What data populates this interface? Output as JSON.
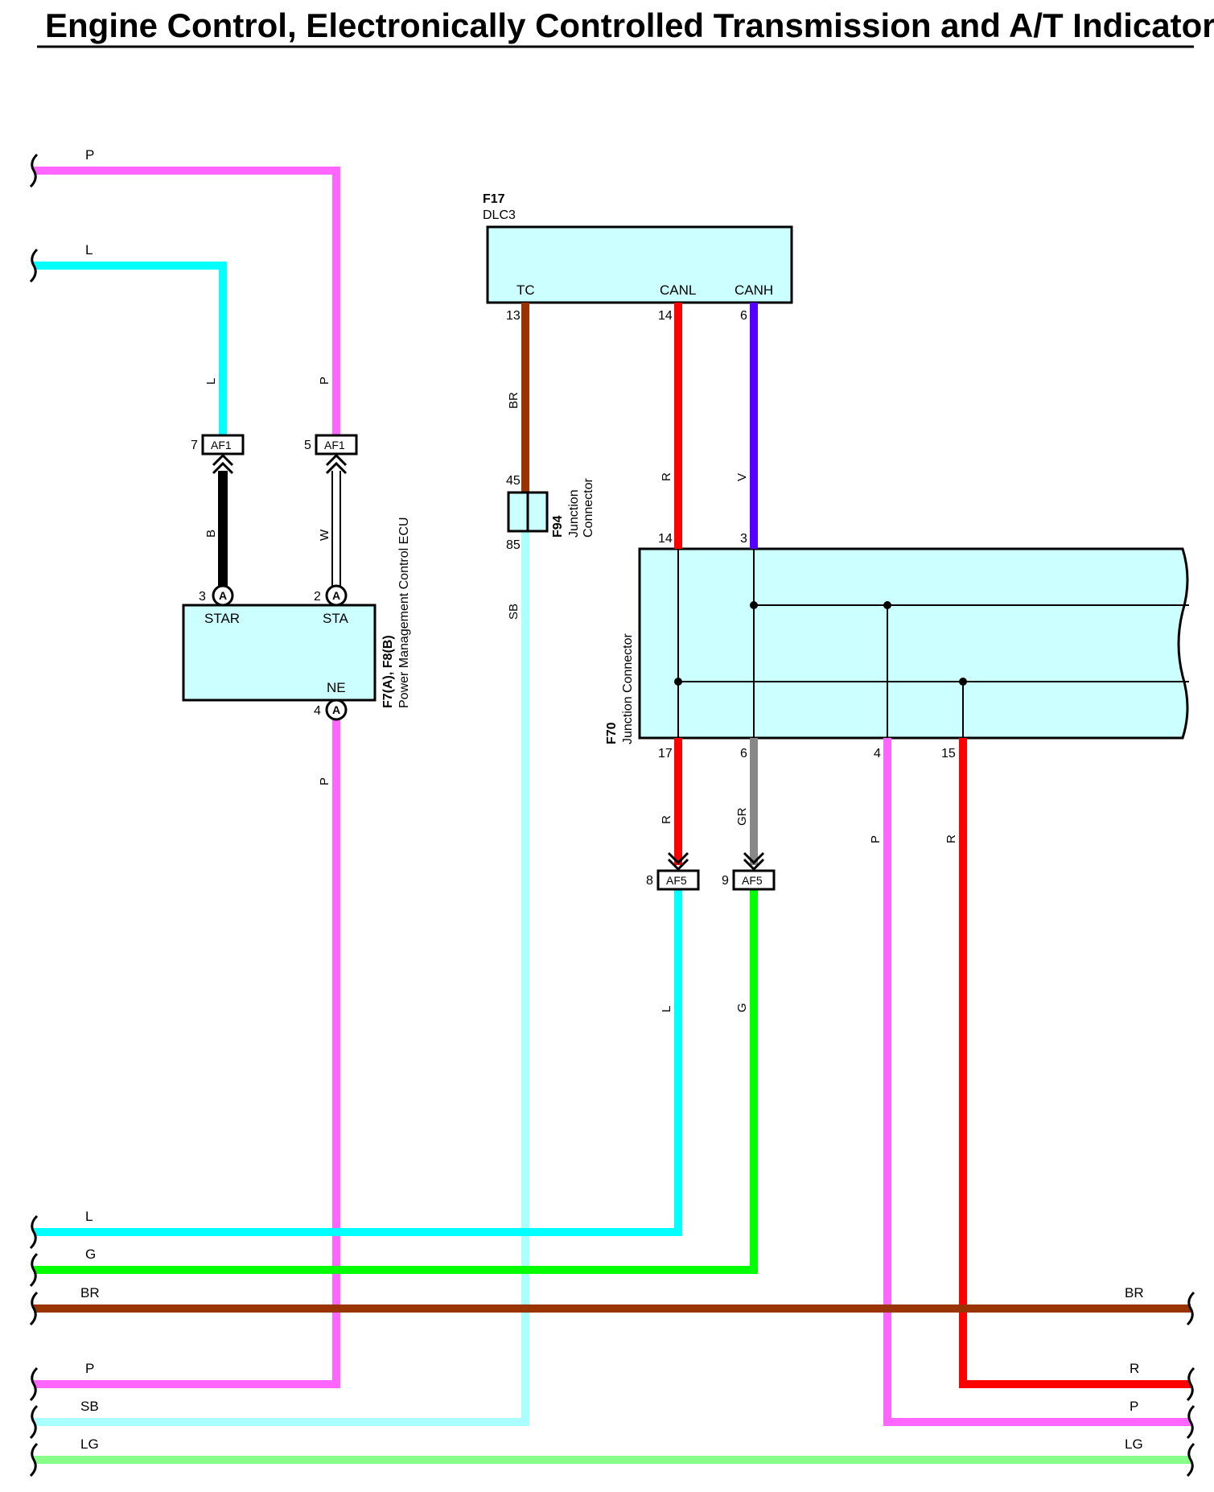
{
  "title": "Engine Control, Electronically Controlled Transmission and A/T Indicator",
  "colors": {
    "P": "#ff66ff",
    "L": "#00ffff",
    "B": "#000000",
    "W": "#ffffff",
    "BR": "#993300",
    "R": "#ff0000",
    "V": "#5500ff",
    "SB": "#aaffff",
    "GR": "#888888",
    "G": "#00ff00",
    "LG": "#88ff88",
    "component_fill": "#ccffff"
  },
  "left_wire_labels": {
    "top_p": "P",
    "top_l": "L",
    "bus_l": "L",
    "bus_g": "G",
    "bus_br": "BR",
    "bus_p": "P",
    "bus_sb": "SB",
    "bus_lg": "LG"
  },
  "right_wire_labels": {
    "bus_br": "BR",
    "bus_r": "R",
    "bus_p": "P",
    "bus_lg": "LG"
  },
  "dlc3": {
    "id": "F17",
    "name": "DLC3",
    "terminals": [
      "TC",
      "CANL",
      "CANH"
    ],
    "pins": [
      "13",
      "14",
      "6"
    ]
  },
  "wires_upper": {
    "tc": "BR",
    "canl": "R",
    "canh": "V",
    "l_drop": "L",
    "p_drop": "P"
  },
  "af1": {
    "label": "AF1",
    "pin_left": "7",
    "pin_right": "5",
    "wire_left": "B",
    "wire_right": "W"
  },
  "ecu": {
    "id": "F7(A), F8(B)",
    "name": "Power Management Control ECU",
    "terminals": [
      "STAR",
      "STA",
      "NE"
    ],
    "pins": [
      "3",
      "2",
      "4"
    ],
    "circle_letter": "A",
    "ne_wire": "P"
  },
  "f94": {
    "id": "F94",
    "name_line1": "Junction",
    "name_line2": "Connector",
    "pin_top": "45",
    "pin_bottom": "85",
    "wire_bottom": "SB"
  },
  "f70": {
    "id": "F70",
    "name": "Junction Connector",
    "pins_top": [
      "14",
      "3"
    ],
    "pins_bottom": [
      "17",
      "6",
      "4",
      "15"
    ],
    "wires_bottom": [
      "R",
      "GR",
      "P",
      "R"
    ]
  },
  "af5": {
    "label": "AF5",
    "pin_left": "8",
    "pin_right": "9",
    "wire_left": "L",
    "wire_right": "G"
  }
}
